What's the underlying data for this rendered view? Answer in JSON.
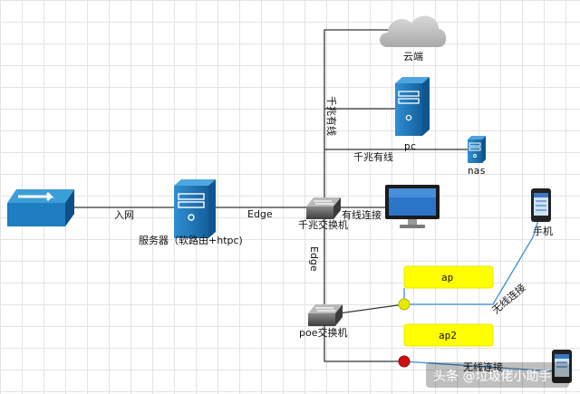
{
  "nodes": {
    "cloud": "云端",
    "pc": "pc",
    "nas": "nas",
    "server": "服务器（软路由+htpc)",
    "gigabit_switch": "千兆交换机",
    "poe_switch": "poe交换机",
    "phone": "手机",
    "ap": "ap",
    "ap2": "ap2"
  },
  "edges": {
    "uplink": "入网",
    "server_to_switch": "Edge",
    "switch_to_poe": "Edge",
    "cloud_link": "千兆有线",
    "nas_link": "千兆有线",
    "monitor_link": "有线连接",
    "ap_wireless": "无线连接",
    "ap2_wireless": "无线连接"
  },
  "watermark": "头条 @垃圾佬小助手",
  "colors": {
    "line_dark": "#333333",
    "line_wifi": "#3a8fd6",
    "device_blue": "#1f7dc1",
    "label_yellow": "#ffff00",
    "ap_dot": "#e0e000",
    "ap2_dot": "#d01010"
  }
}
